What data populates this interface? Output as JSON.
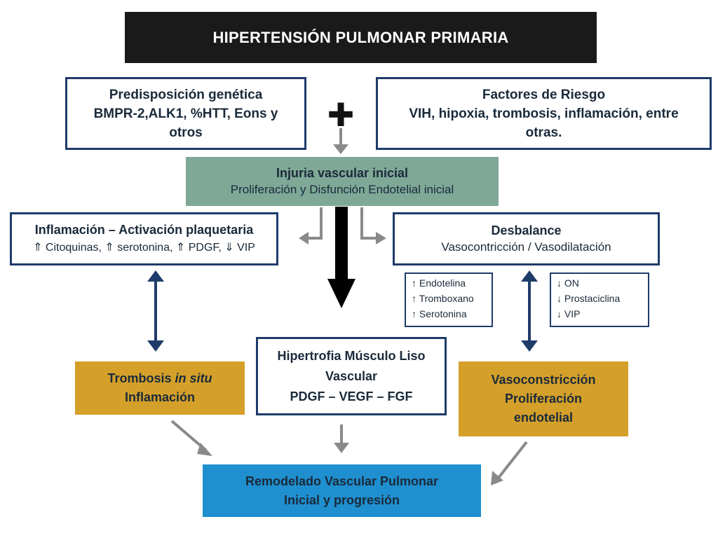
{
  "title": "HIPERTENSIÓN PULMONAR PRIMARIA",
  "genetic": {
    "lines": [
      "Predisposición genética",
      "BMPR-2,ALK1, %HTT, Eons y",
      "otros"
    ]
  },
  "plus_symbol": "✚",
  "risk": {
    "lines": [
      "Factores de Riesgo",
      "VIH, hipoxia, trombosis, inflamación, entre",
      "otras."
    ]
  },
  "injury": {
    "title": "Injuria vascular inicial",
    "subtitle": "Proliferación y Disfunción Endotelial inicial"
  },
  "inflammation": {
    "title": "Inflamación – Activación plaquetaria",
    "detail": "⇑ Citoquinas, ⇑ serotonina, ⇑ PDGF, ⇓ VIP"
  },
  "imbalance": {
    "title": "Desbalance",
    "subtitle": "Vasocontricción / Vasodilatación"
  },
  "up_list": [
    "↑ Endotelina",
    "↑ Tromboxano",
    "↑ Serotonina"
  ],
  "down_list": [
    "↓ ON",
    "↓ Prostaciclina",
    "↓ VIP"
  ],
  "hypertrophy": {
    "lines": [
      "Hipertrofia Músculo Liso",
      "Vascular",
      "PDGF – VEGF – FGF"
    ]
  },
  "thrombosis": {
    "prefix": "Trombosis ",
    "italic": "in situ",
    "line2": "Inflamación"
  },
  "vasoconstriction": {
    "lines": [
      "Vasoconstricción",
      "Proliferación",
      "endotelial"
    ]
  },
  "remodeling": {
    "lines": [
      "Remodelado Vascular Pulmonar",
      "Inicial y progresión"
    ]
  },
  "colors": {
    "navy": "#1f3b6a",
    "green": "#7fa897",
    "gold": "#d4a02a",
    "blue": "#1f8fcf",
    "gray_arrow": "#8a8a8a",
    "black": "#000000"
  }
}
